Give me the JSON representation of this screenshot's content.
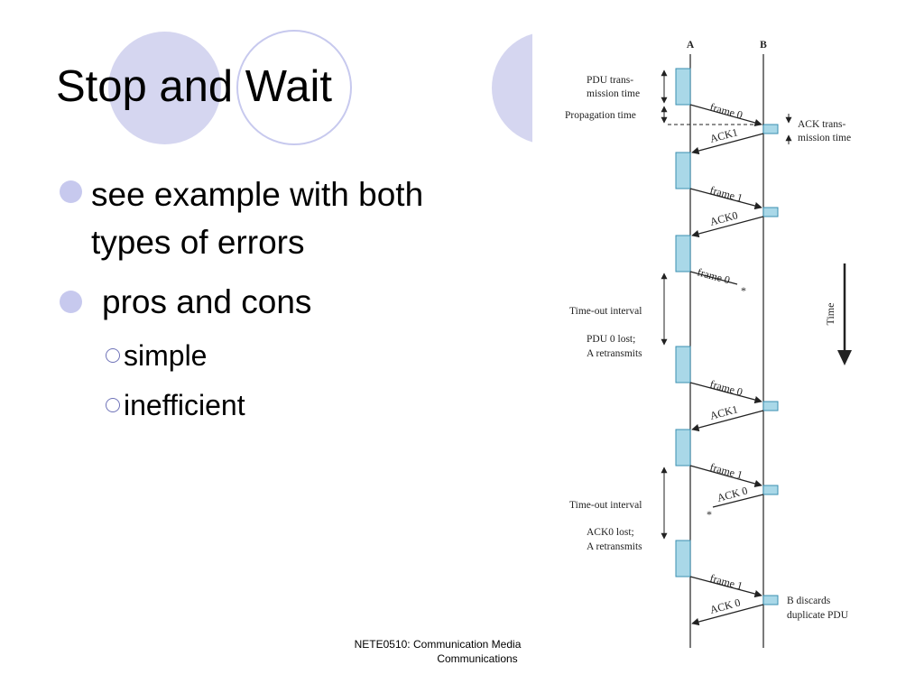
{
  "slide": {
    "title": "Stop and Wait",
    "bullets": [
      {
        "text": "see example with both types of errors",
        "lines": [
          "see example with both",
          "types of errors"
        ]
      },
      {
        "text": "pros and cons"
      }
    ],
    "sub_bullets": [
      "simple",
      "inefficient"
    ],
    "footer": {
      "line1": "NETE0510: Communication Media",
      "line2": "Communications"
    }
  },
  "colors": {
    "accent": "#c7c9ee",
    "pdu_fill": "#a9d8e8",
    "pdu_stroke": "#3b8fb0"
  },
  "diagram": {
    "station_a": "A",
    "station_b": "B",
    "time_axis_label": "Time",
    "annotations": {
      "pdu_transmission_time": [
        "PDU trans-",
        "mission time"
      ],
      "propagation_time": "Propagation time",
      "ack_transmission_time": [
        "ACK trans-",
        "mission time"
      ],
      "timeout_interval_1": "Time-out interval",
      "pdu0_lost": [
        "PDU 0 lost;",
        "A retransmits"
      ],
      "timeout_interval_2": "Time-out interval",
      "ack0_lost": [
        "ACK0 lost;",
        "A retransmits"
      ],
      "b_discards": [
        "B discards",
        "duplicate PDU"
      ]
    },
    "messages": [
      {
        "label": "frame 0",
        "direction": "A_to_B",
        "lost": false
      },
      {
        "label": "ACK1",
        "direction": "B_to_A",
        "lost": false
      },
      {
        "label": "frame 1",
        "direction": "A_to_B",
        "lost": false
      },
      {
        "label": "ACK0",
        "direction": "B_to_A",
        "lost": false
      },
      {
        "label": "frame 0",
        "direction": "A_to_B",
        "lost": true
      },
      {
        "label": "frame 0",
        "direction": "A_to_B",
        "lost": false
      },
      {
        "label": "ACK1",
        "direction": "B_to_A",
        "lost": false
      },
      {
        "label": "frame 1",
        "direction": "A_to_B",
        "lost": false
      },
      {
        "label": "ACK 0",
        "direction": "B_to_A",
        "lost": true
      },
      {
        "label": "frame 1",
        "direction": "A_to_B",
        "lost": false
      },
      {
        "label": "ACK 0",
        "direction": "B_to_A",
        "lost": false
      }
    ]
  }
}
